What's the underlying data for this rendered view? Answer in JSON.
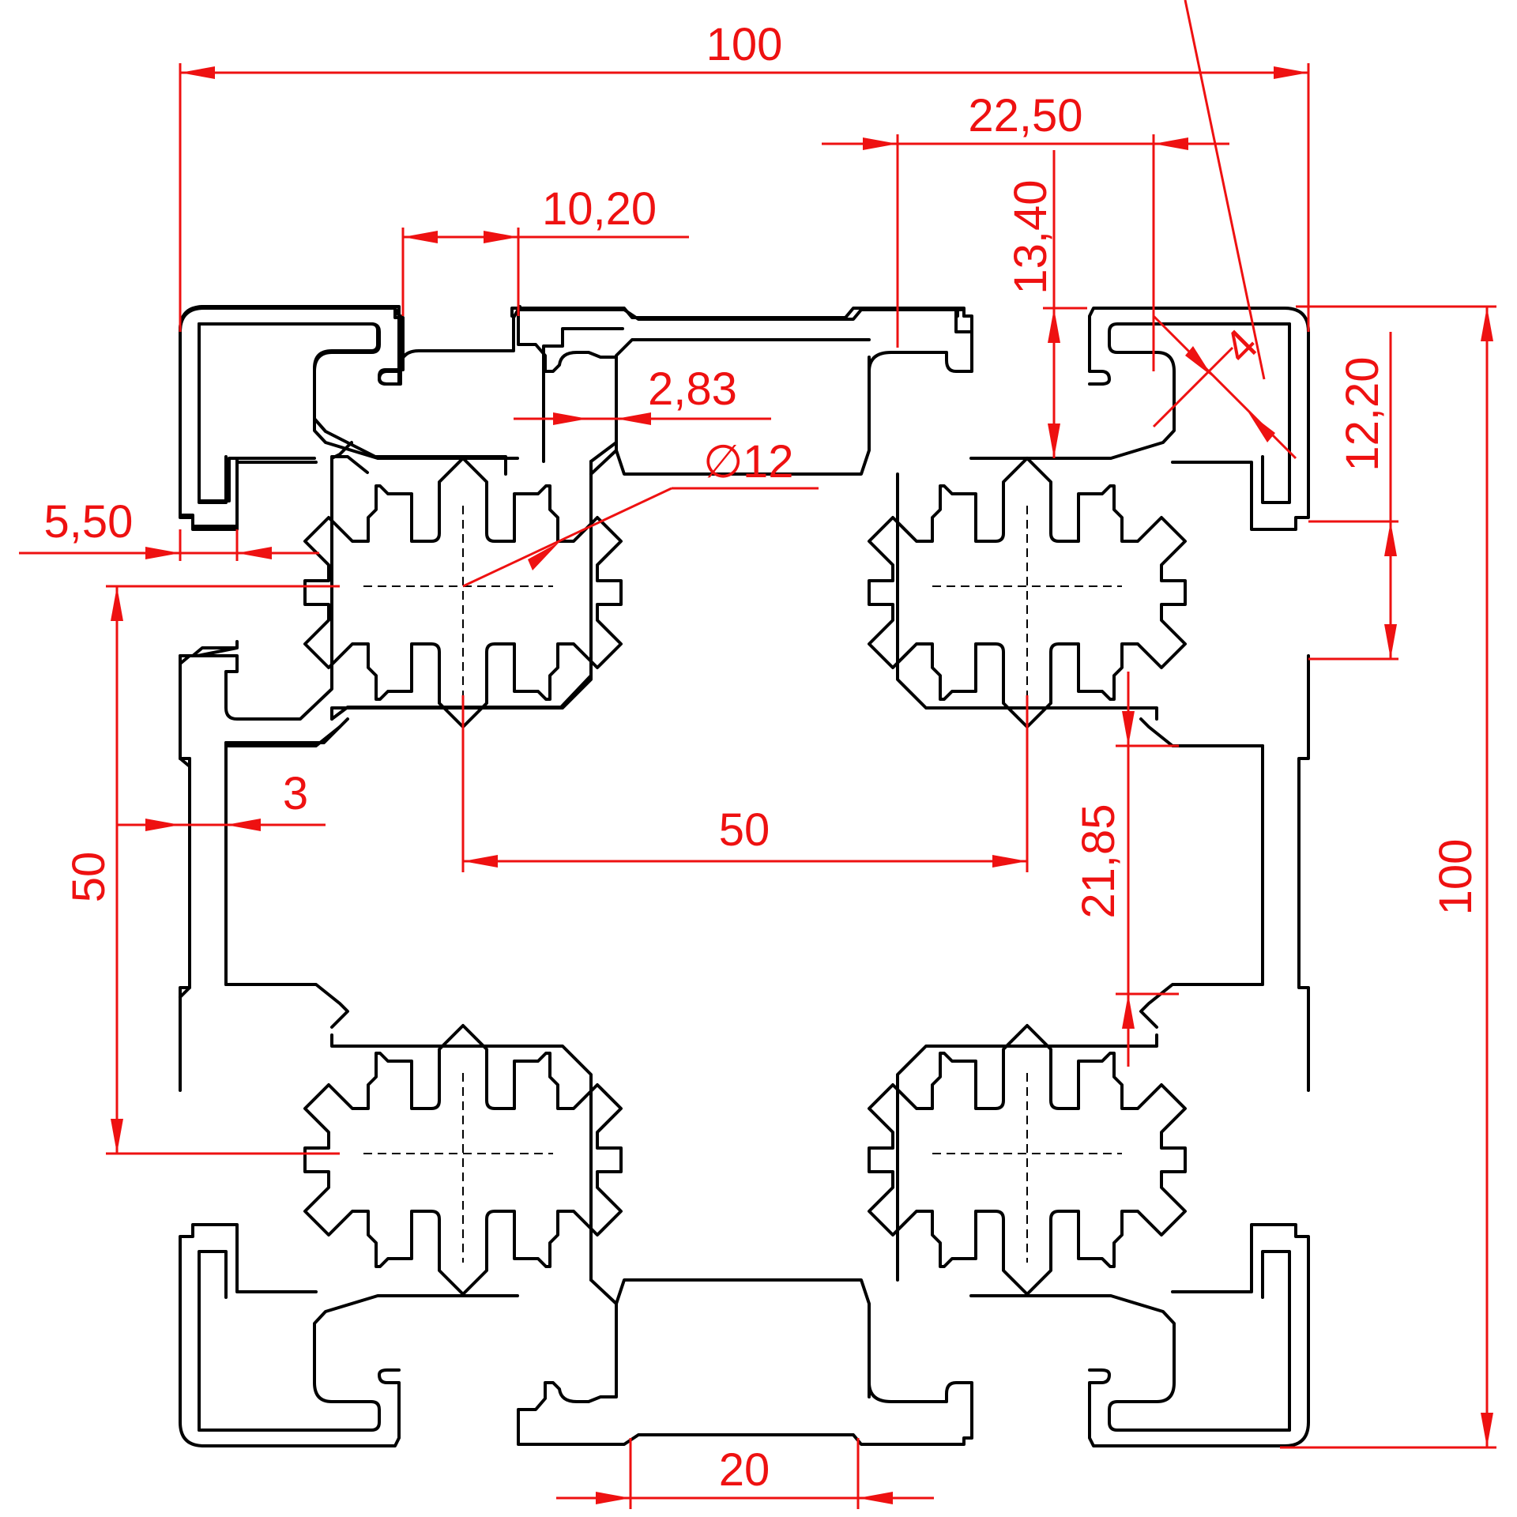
{
  "colors": {
    "dimension": "#ee1111",
    "outline": "#000000",
    "background": "#ffffff"
  },
  "dimensions": {
    "overall_width": "100",
    "slot_offset": "22,50",
    "slot_opening": "10,20",
    "lip_depth": "13,40",
    "wall_thickness": "2,83",
    "core_hole": "12",
    "chamfer": "4",
    "side_lip": "5,50",
    "groove_width": "12,20",
    "web_thickness": "3",
    "core_spacing_vertical": "50",
    "core_spacing_horizontal": "50",
    "groove_depth": "21,85",
    "overall_height": "100",
    "bottom_groove": "20"
  },
  "symbols": {
    "diameter": "∅"
  }
}
